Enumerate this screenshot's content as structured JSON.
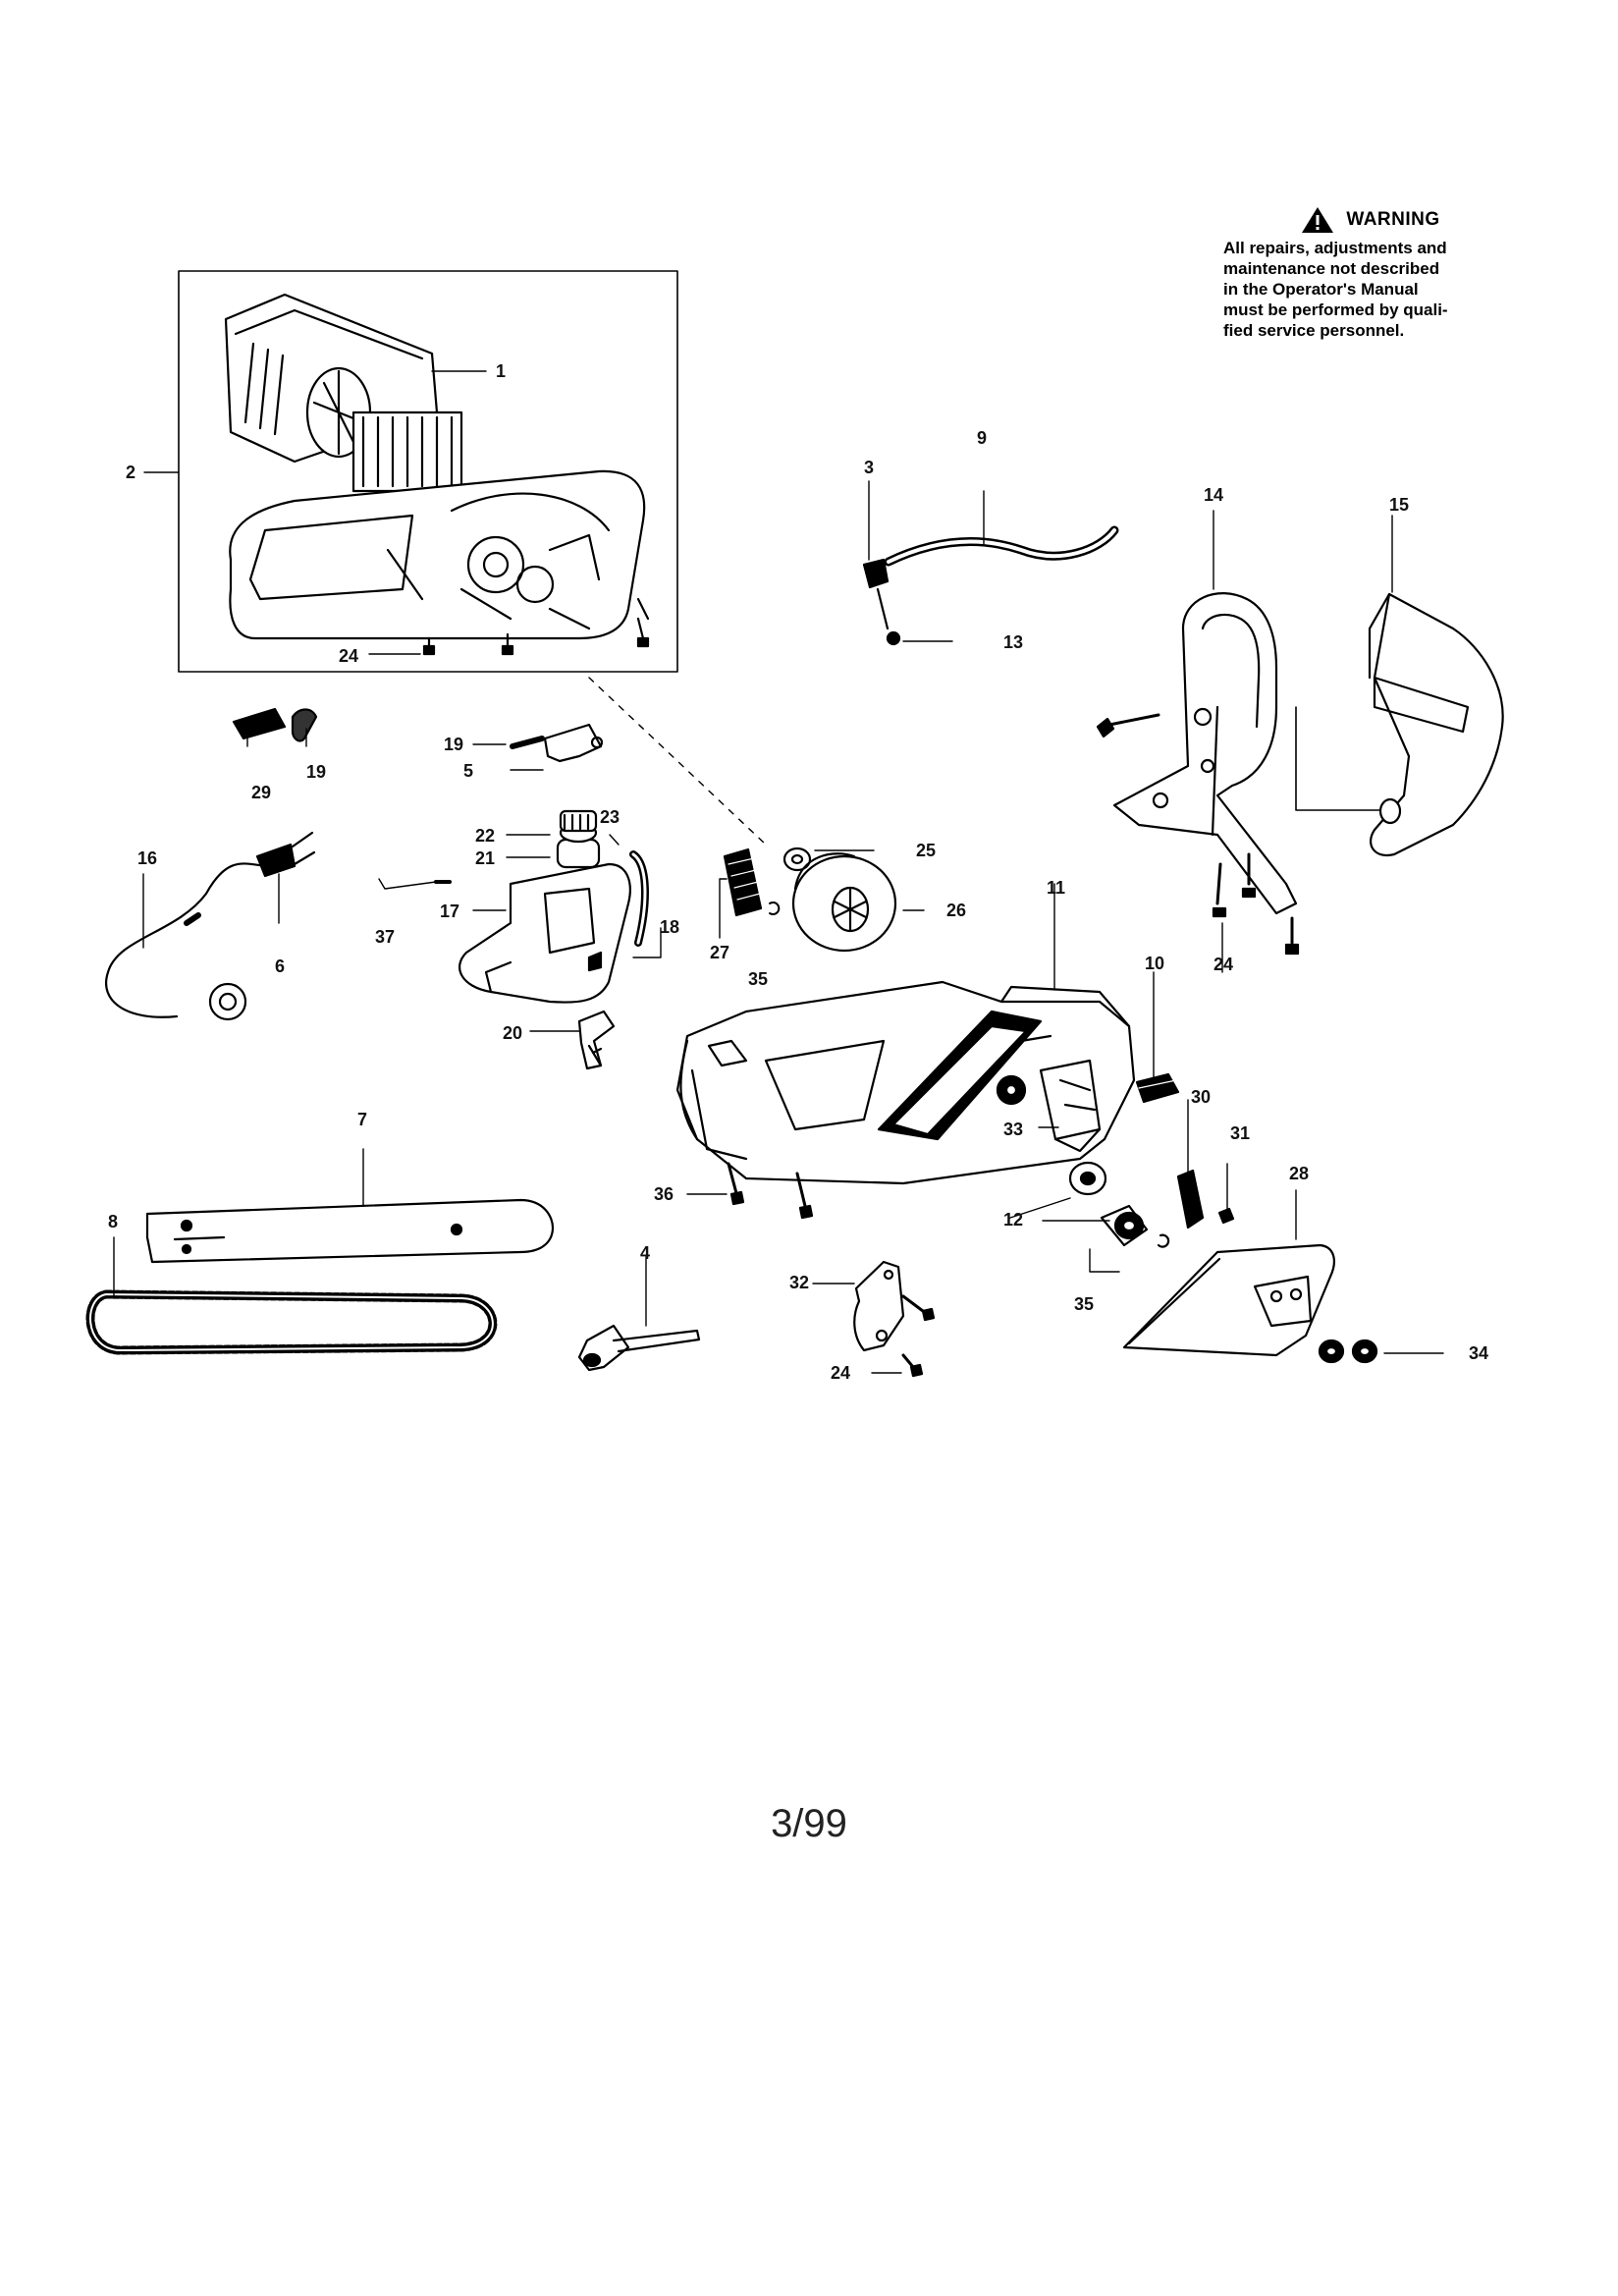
{
  "warning": {
    "title": "WARNING",
    "lines": [
      "All repairs, adjustments and",
      "maintenance not described",
      "in the Operator's Manual",
      "must be performed by quali-",
      "fied service personnel."
    ]
  },
  "page_label": "3/99",
  "callouts": {
    "c1": "1",
    "c2": "2",
    "c3": "3",
    "c4": "4",
    "c5": "5",
    "c6": "6",
    "c7": "7",
    "c8": "8",
    "c9": "9",
    "c10": "10",
    "c11": "11",
    "c12": "12",
    "c13": "13",
    "c14": "14",
    "c15": "15",
    "c16": "16",
    "c17": "17",
    "c18": "18",
    "c19a": "19",
    "c19b": "19",
    "c20": "20",
    "c21": "21",
    "c22": "22",
    "c23": "23",
    "c24a": "24",
    "c24b": "24",
    "c24c": "24",
    "c25": "25",
    "c26": "26",
    "c27": "27",
    "c28": "28",
    "c29": "29",
    "c30": "30",
    "c31": "31",
    "c32": "32",
    "c33": "33",
    "c34": "34",
    "c35a": "35",
    "c35b": "35",
    "c36": "36",
    "c37": "37"
  }
}
